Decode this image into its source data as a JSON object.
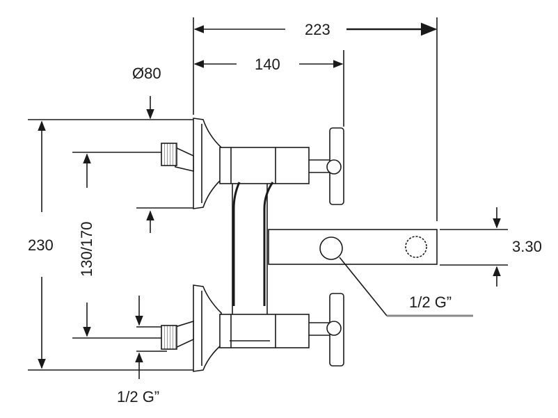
{
  "diagram": {
    "colors": {
      "stroke": "#1a1a1a",
      "text": "#1a1a1a",
      "background": "#ffffff",
      "thread_fill": "#b8b8b8"
    },
    "dimensions": {
      "overall_width": "223",
      "inlet_to_handle": "140",
      "flange_diameter": "Ø80",
      "overall_height": "230",
      "inlet_spacing": "130/170",
      "outlet_offset": "3.30"
    },
    "callouts": {
      "outlet_thread": "1/2 G”",
      "inlet_thread": "1/2 G”"
    }
  }
}
